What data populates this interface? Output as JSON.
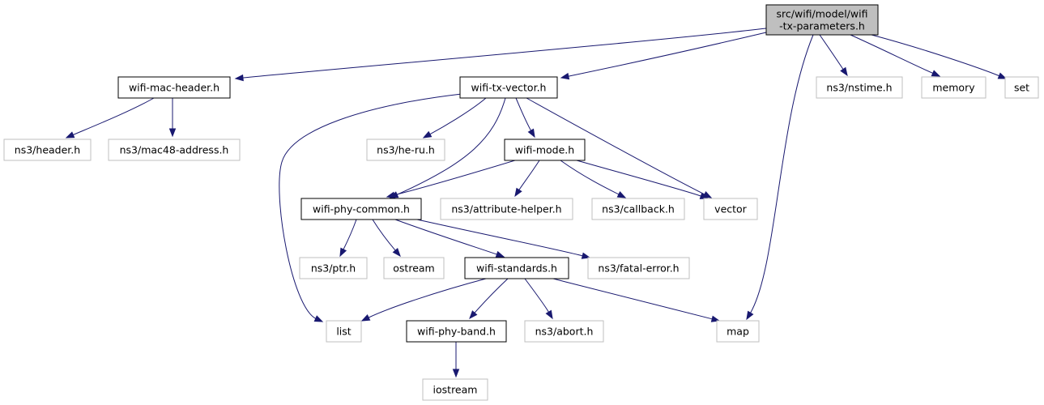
{
  "graph": {
    "nodes": {
      "root": {
        "lines": [
          "src/wifi/model/wifi",
          "-tx-parameters.h"
        ],
        "kind": "main"
      },
      "mac_header": {
        "lines": [
          "wifi-mac-header.h"
        ],
        "kind": "local"
      },
      "tx_vector": {
        "lines": [
          "wifi-tx-vector.h"
        ],
        "kind": "local"
      },
      "nstime": {
        "lines": [
          "ns3/nstime.h"
        ],
        "kind": "ext"
      },
      "memory": {
        "lines": [
          "memory"
        ],
        "kind": "ext"
      },
      "set": {
        "lines": [
          "set"
        ],
        "kind": "ext"
      },
      "header": {
        "lines": [
          "ns3/header.h"
        ],
        "kind": "ext"
      },
      "mac48": {
        "lines": [
          "ns3/mac48-address.h"
        ],
        "kind": "ext"
      },
      "he_ru": {
        "lines": [
          "ns3/he-ru.h"
        ],
        "kind": "ext"
      },
      "mode": {
        "lines": [
          "wifi-mode.h"
        ],
        "kind": "local"
      },
      "phy_common": {
        "lines": [
          "wifi-phy-common.h"
        ],
        "kind": "local"
      },
      "attribute_helper": {
        "lines": [
          "ns3/attribute-helper.h"
        ],
        "kind": "ext"
      },
      "callback": {
        "lines": [
          "ns3/callback.h"
        ],
        "kind": "ext"
      },
      "vector": {
        "lines": [
          "vector"
        ],
        "kind": "ext"
      },
      "ptr": {
        "lines": [
          "ns3/ptr.h"
        ],
        "kind": "ext"
      },
      "ostream": {
        "lines": [
          "ostream"
        ],
        "kind": "ext"
      },
      "standards": {
        "lines": [
          "wifi-standards.h"
        ],
        "kind": "local"
      },
      "fatal_error": {
        "lines": [
          "ns3/fatal-error.h"
        ],
        "kind": "ext"
      },
      "list": {
        "lines": [
          "list"
        ],
        "kind": "ext"
      },
      "phy_band": {
        "lines": [
          "wifi-phy-band.h"
        ],
        "kind": "local"
      },
      "abort": {
        "lines": [
          "ns3/abort.h"
        ],
        "kind": "ext"
      },
      "map": {
        "lines": [
          "map"
        ],
        "kind": "ext"
      },
      "iostream": {
        "lines": [
          "iostream"
        ],
        "kind": "ext"
      }
    },
    "edges": [
      [
        "root",
        "mac_header"
      ],
      [
        "root",
        "tx_vector"
      ],
      [
        "root",
        "nstime"
      ],
      [
        "root",
        "memory"
      ],
      [
        "root",
        "set"
      ],
      [
        "root",
        "map"
      ],
      [
        "mac_header",
        "header"
      ],
      [
        "mac_header",
        "mac48"
      ],
      [
        "tx_vector",
        "list"
      ],
      [
        "tx_vector",
        "he_ru"
      ],
      [
        "tx_vector",
        "mode"
      ],
      [
        "tx_vector",
        "phy_common"
      ],
      [
        "tx_vector",
        "vector"
      ],
      [
        "mode",
        "phy_common"
      ],
      [
        "mode",
        "attribute_helper"
      ],
      [
        "mode",
        "callback"
      ],
      [
        "mode",
        "vector"
      ],
      [
        "phy_common",
        "ptr"
      ],
      [
        "phy_common",
        "ostream"
      ],
      [
        "phy_common",
        "standards"
      ],
      [
        "phy_common",
        "fatal_error"
      ],
      [
        "standards",
        "list"
      ],
      [
        "standards",
        "phy_band"
      ],
      [
        "standards",
        "abort"
      ],
      [
        "standards",
        "map"
      ],
      [
        "phy_band",
        "iostream"
      ]
    ],
    "colors": {
      "edge": "#191970",
      "main_fill": "#bfbfbf",
      "ext_border": "#bfbfbf",
      "local_border": "#000000"
    }
  }
}
